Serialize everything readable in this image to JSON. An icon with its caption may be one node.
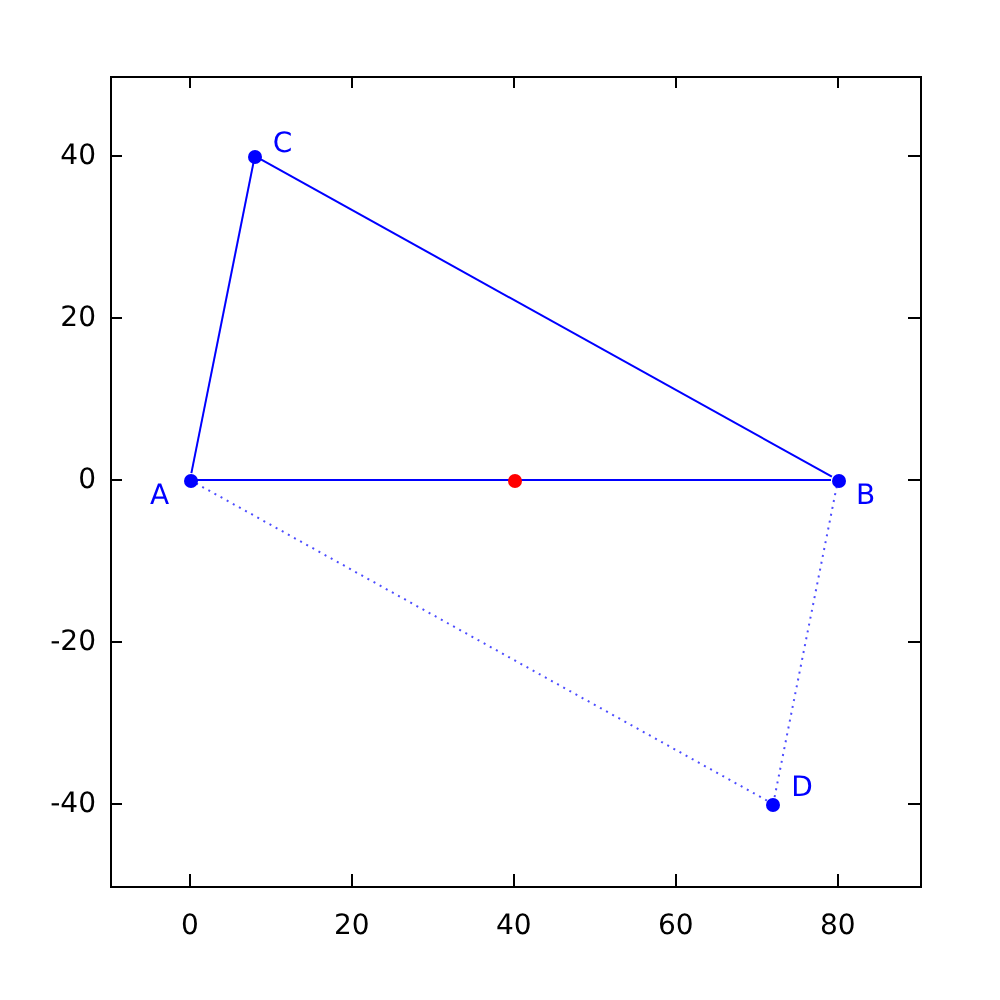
{
  "diagram": {
    "nodes": [
      {
        "text": [],
        "shape": "circle",
        "beside": [
          "A"
        ]
      },
      {
        "text": [],
        "shape": "circle",
        "beside": [
          "B"
        ]
      },
      {
        "text": [],
        "shape": "circle",
        "beside": [
          "C"
        ]
      },
      {
        "text": [],
        "shape": "circle",
        "beside": [
          "D"
        ]
      },
      {
        "text": [],
        "shape": "circle"
      }
    ],
    "edges": [
      {
        "from": 0,
        "to": 1,
        "arrow": "none"
      },
      {
        "from": 1,
        "to": 2,
        "arrow": "none"
      },
      {
        "from": 2,
        "to": 0,
        "arrow": "none"
      },
      {
        "from": 0,
        "to": 3,
        "arrow": "none",
        "style": "dashed"
      },
      {
        "from": 3,
        "to": 1,
        "arrow": "none",
        "style": "dashed"
      }
    ],
    "labels": [
      "40",
      "20",
      "0",
      "-20",
      "-40",
      "0",
      "20",
      "40",
      "60",
      "80"
    ]
  }
}
